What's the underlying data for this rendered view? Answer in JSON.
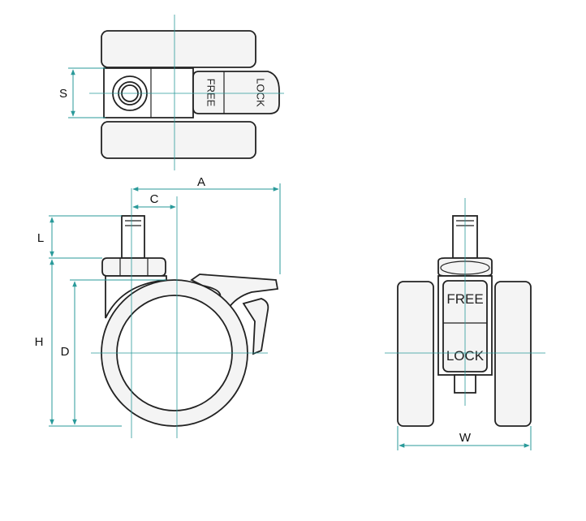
{
  "labels": {
    "s": "S",
    "a": "A",
    "c": "C",
    "l": "L",
    "h": "H",
    "d": "D",
    "w": "W",
    "free": "FREE",
    "lock": "LOCK"
  },
  "colors": {
    "dimension": "#2a9a9a",
    "outline": "#222222",
    "fill": "#f4f4f4"
  }
}
